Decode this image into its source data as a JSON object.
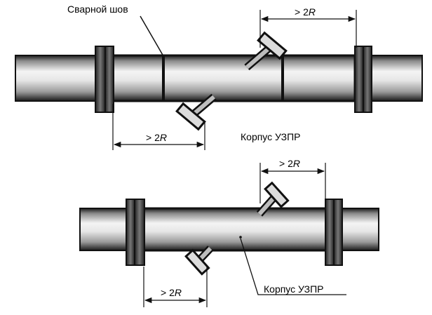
{
  "labels": {
    "weld_seam": "Сварной шов",
    "body_top": "Корпус УЗПР",
    "body_bottom": "Корпус УЗПР"
  },
  "dimensions": {
    "gt": "> 2",
    "r": "R"
  },
  "colors": {
    "ink": "#111111",
    "pipe_light": "#f2f2f2",
    "pipe_mid": "#bdbdbd",
    "pipe_dark": "#2a2a2a"
  }
}
